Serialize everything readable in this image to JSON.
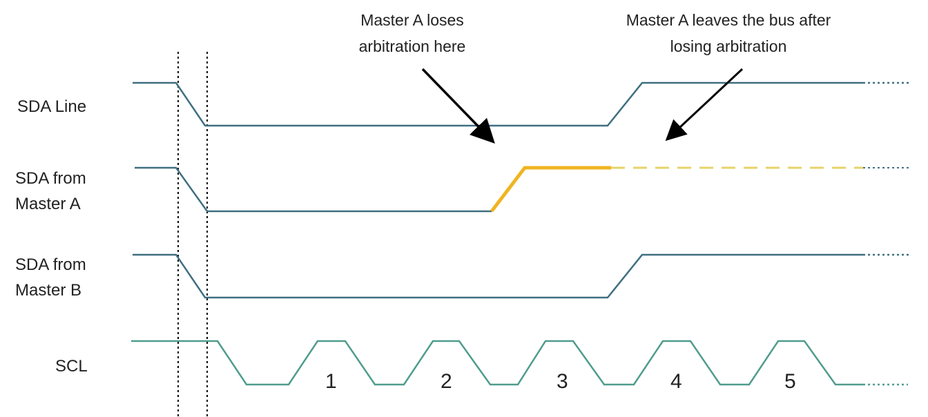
{
  "signals": {
    "sda_line": "SDA Line",
    "master_a": [
      "SDA from",
      "Master A"
    ],
    "master_b": [
      "SDA from",
      "Master B"
    ],
    "scl": "SCL"
  },
  "annotations": {
    "loses": [
      "Master A loses",
      "arbitration here"
    ],
    "leaves": [
      "Master A leaves the bus after",
      "losing arbitration"
    ]
  },
  "clock_pulses": [
    "1",
    "2",
    "3",
    "4",
    "5"
  ],
  "colors": {
    "signal": "#3f6f80",
    "scl": "#4f9c8c",
    "master_a_lost": "#f0b422",
    "master_a_dashed": "#e6d36a"
  }
}
